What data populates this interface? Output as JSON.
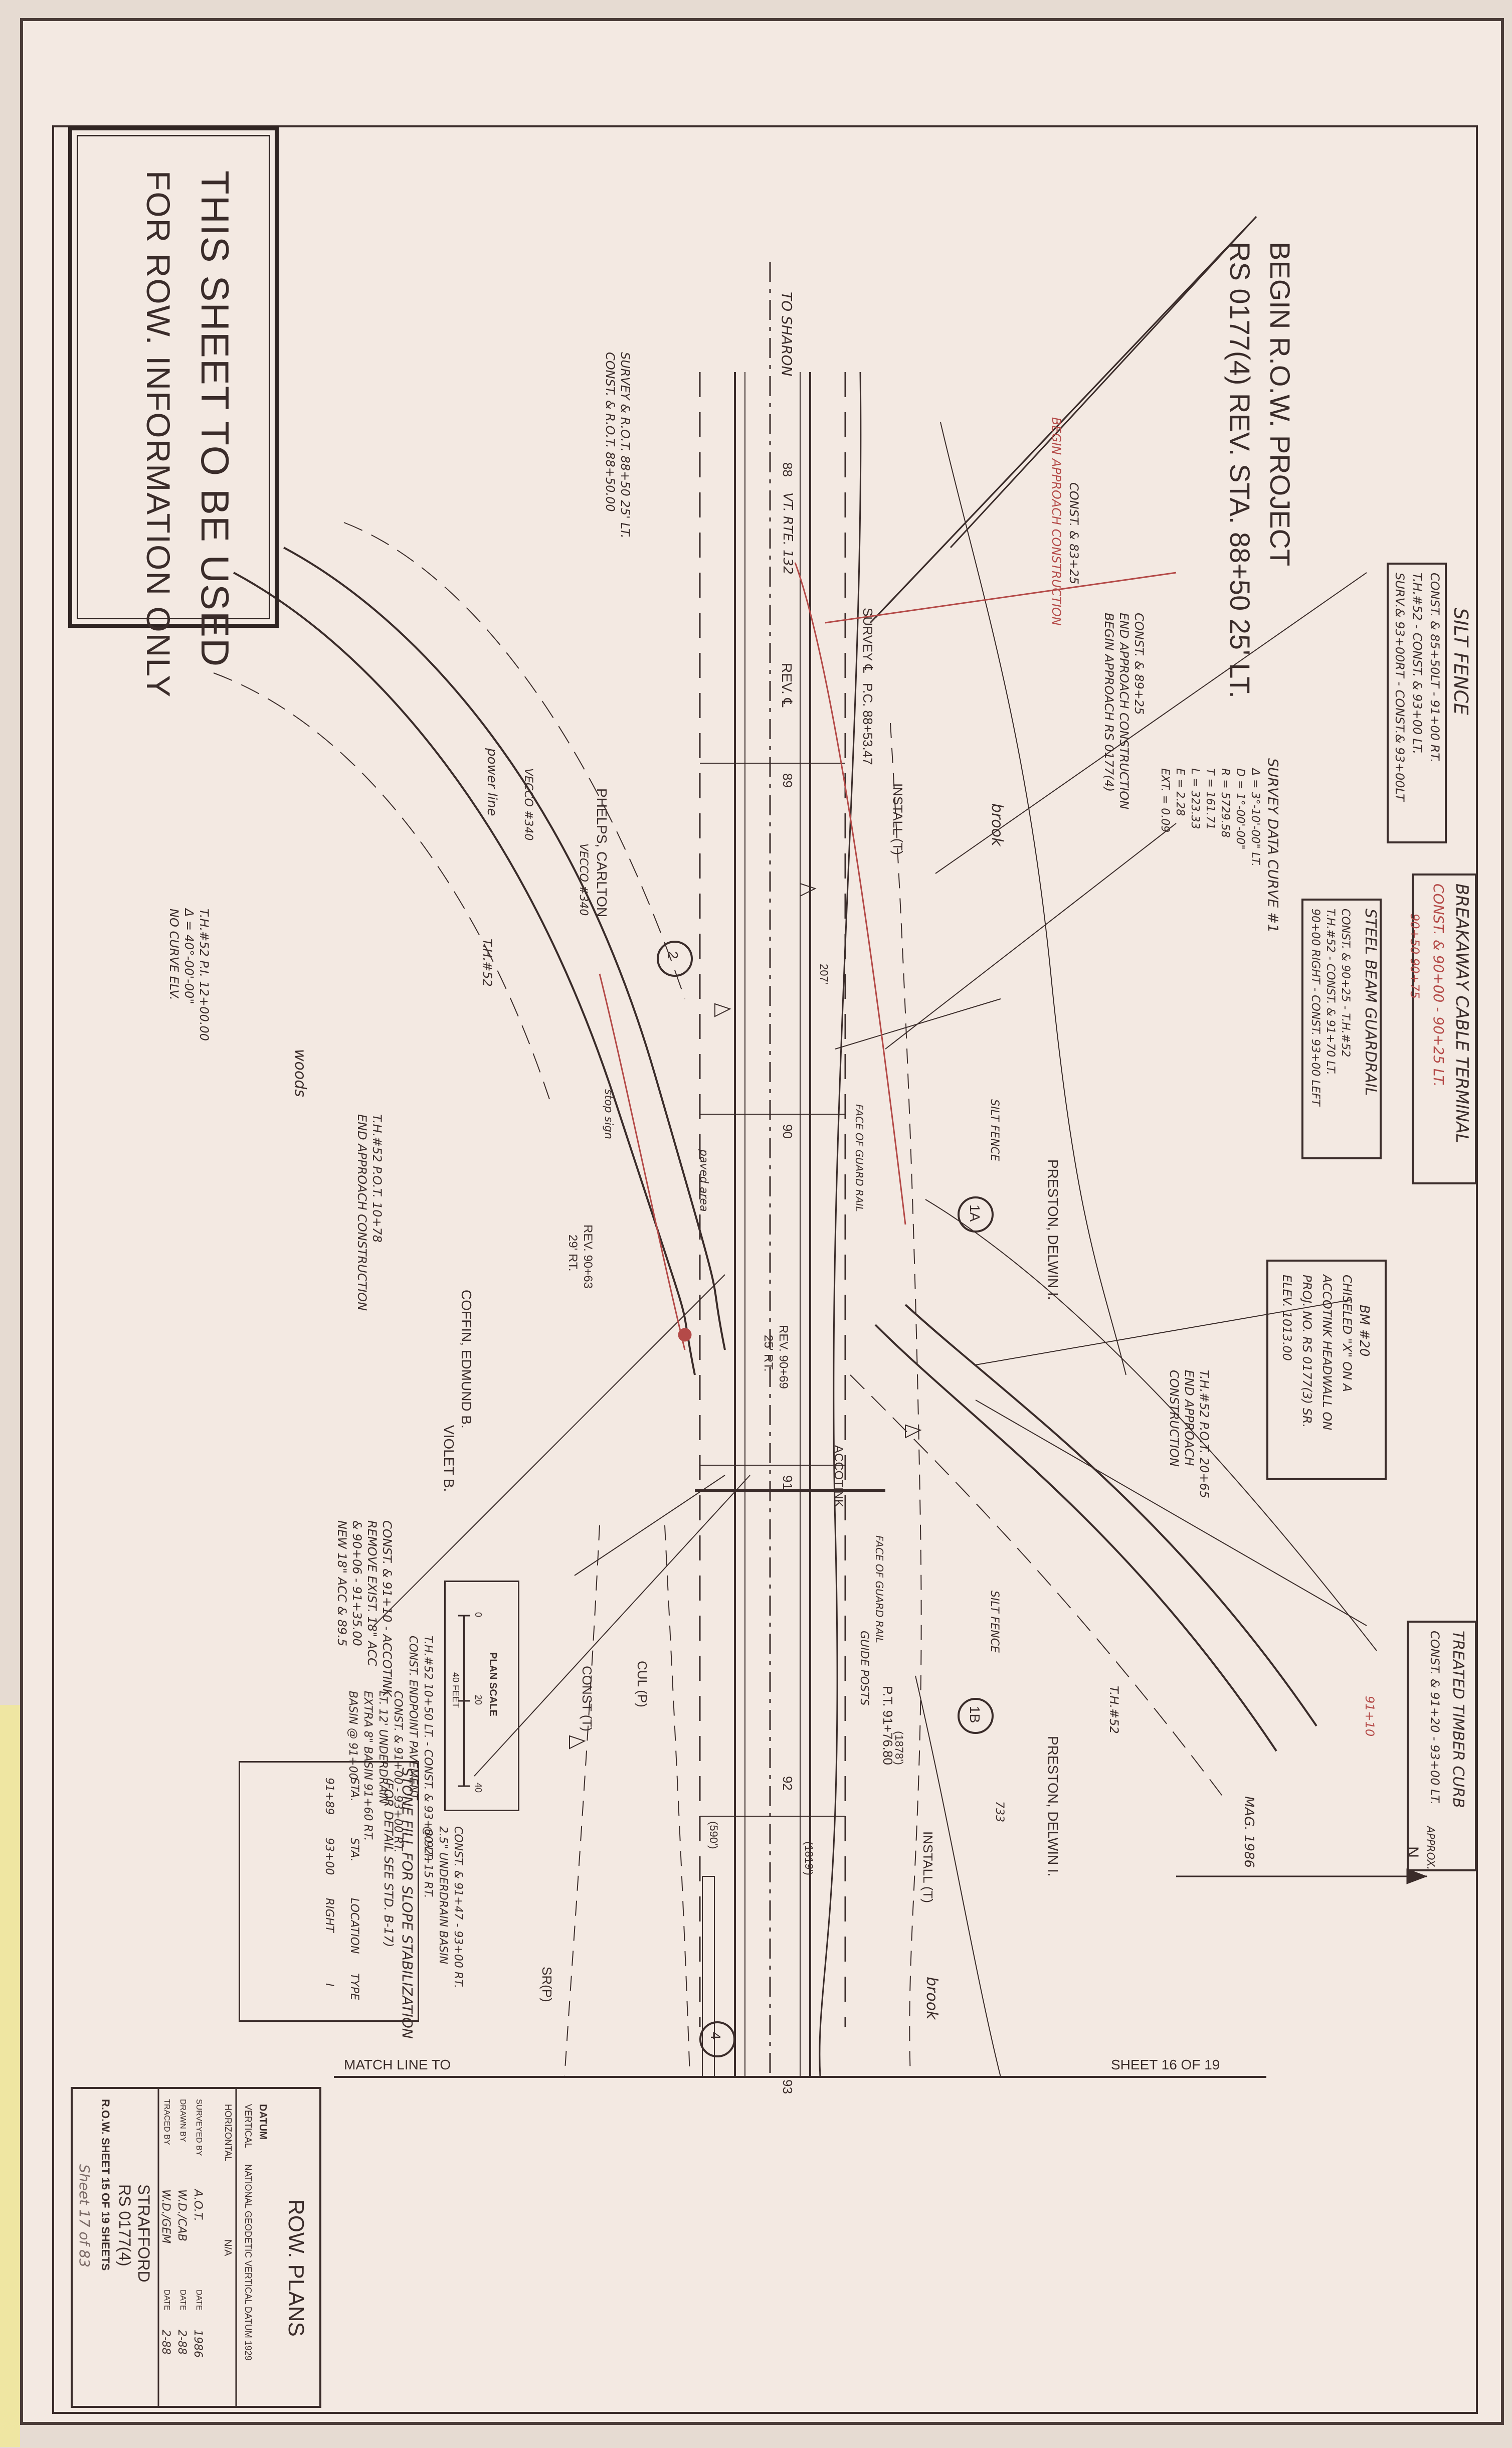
{
  "notice": {
    "line1": "THIS SHEET TO BE USED",
    "line2": "FOR ROW. INFORMATION ONLY"
  },
  "begin_project": {
    "line1": "BEGIN R.O.W. PROJECT",
    "line2": "RS 0177(4) REV. STA. 88+50 25' LT."
  },
  "notes": {
    "silt_fence": {
      "title": "SILT FENCE",
      "lines": [
        "CONST. & 85+50LT - 91+00 RT.",
        "T.H.#52 - CONST. & 93+00 LT.",
        "SURV.& 93+00RT - CONST.& 93+00LT"
      ]
    },
    "breakaway": {
      "title": "BREAKAWAY CABLE TERMINAL",
      "lines": [
        "CONST. & 90+00 - 90+25 LT.",
        "90+50 90+75"
      ]
    },
    "steel_beam": {
      "title": "STEEL BEAM GUARDRAIL",
      "lines": [
        "CONST. & 90+25 - T.H.#52",
        "T.H.#52 - CONST. & 91+70 LT.",
        "90+00 RIGHT - CONST. 93+00 LEFT"
      ]
    },
    "bm": {
      "lines": [
        "BM #20",
        "CHISELED \"X\" ON A",
        "ACCOTINK HEADWALL ON",
        "PROJ. NO. RS 0177(3) SR.",
        "ELEV. 1013.00"
      ]
    },
    "timber_curb": {
      "title": "TREATED TIMBER CURB",
      "lines": [
        "CONST. & 91+20 - 93+00 LT.",
        "91+10"
      ]
    },
    "curve_data": {
      "title": "SURVEY DATA CURVE #1",
      "lines": [
        "Δ = 3°-10'-00\" LT.",
        "D = 1°-00'-00\"",
        "R = 5729.58",
        "T = 161.71",
        "L = 323.33",
        "E = 2.28",
        "EXT. = 0.09"
      ]
    },
    "const_89": {
      "lines": [
        "CONST. & 89+25",
        "END APPROACH CONSTRUCTION",
        "BEGIN APPROACH RS 0177(4)"
      ]
    },
    "const_83": {
      "lines": [
        "CONST. & 83+25",
        "BEGIN APPROACH CONSTRUCTION"
      ]
    },
    "survey_pi": {
      "lines": [
        "SURVEY & R.O.T. 88+50 25' LT.",
        "CONST. & R.O.T. 88+50.00"
      ]
    },
    "th52_pi": {
      "lines": [
        "T.H.#52 P.I. 12+00.00",
        "Δ = 40°-00'-00\"",
        "NO CURVE ELV."
      ]
    },
    "th52_end": {
      "lines": [
        "T.H.#52 P.O.T. 10+78",
        "END APPROACH CONSTRUCTION"
      ]
    },
    "th52_right": {
      "lines": [
        "T.H.#52 P.O.T. 20+65",
        "END APPROACH",
        "CONSTRUCTION"
      ]
    },
    "const_91": {
      "lines": [
        "CONST. & 91+10 - ACCOTINK",
        "REMOVE EXIST. 18\" ACC",
        "& 90+06 - 91+35.00",
        "NEW 18\" ACC & 89.5"
      ]
    },
    "th52_pot": {
      "lines": [
        "T.H.#52 10+50 LT. - CONST. & 93+00 LT.",
        "CONST. ENDPOINT PAVEMENT"
      ]
    },
    "const_91_00": {
      "lines": [
        "CONST. & 91+00 - 93+00 RT.",
        "LT. 12' UNDERDRAIN",
        "EXTRA 8\" BASIN 91+60 RT.",
        "BASIN @ 91+00"
      ]
    },
    "const_91_47": {
      "lines": [
        "CONST. & 91+47 - 93+00 RT.",
        "2.5\" UNDERDRAIN BASIN",
        "@ 92+15 RT."
      ]
    },
    "stone_fill": {
      "title": "STONE FILL FOR SLOPE STABILIZATION",
      "subtitle": "(FOR DETAIL SEE STD. B-17)",
      "headers": [
        "STA.",
        "STA.",
        "LOCATION",
        "TYPE"
      ],
      "rows": [
        [
          "91+89",
          "93+00",
          "RIGHT",
          "I"
        ]
      ]
    }
  },
  "labels": {
    "to_sharon": "TO SHARON",
    "route": "VT. RTE. 132",
    "rev_cl": "REV. ℄",
    "survey_cl": "SURVEY ℄",
    "pc": "P.C. 88+53.47",
    "pt": "P.T. 91+76.80",
    "install_t": "INSTALL (T)",
    "install_t2": "INSTALL (T)",
    "const_t": "CONST (T)",
    "sr_p": "SR(P)",
    "cul_p": "CUL (P)",
    "phelps": "PHELPS, CARLTON",
    "preston1": "PRESTON, DELWIN I.",
    "preston2": "PRESTON, DELWIN I.",
    "coffin": "COFFIN, EDMUND B.",
    "violet": "VIOLET B.",
    "woods": "woods",
    "brook": "brook",
    "brook2": "brook",
    "power_line": "power line",
    "vecco": "VECCO #340",
    "vecco2": "VECCO #340",
    "th52": "T.H.#52",
    "th52b": "T.H.#52",
    "rev_90": "REV. 90+63",
    "rt_29": "29' RT.",
    "rev_90_69": "REV. 90+69",
    "rt_25": "25' RT.",
    "stop_sign": "stop sign",
    "paved_area": "paved area",
    "silt_fence_lbl": "SILT FENCE",
    "silt_fence_lbl2": "SILT FENCE",
    "guard_rail": "FACE OF GUARD RAIL",
    "guard_rail2": "FACE OF GUARD RAIL",
    "accotink": "ACCOTINK",
    "guide_posts": "GUIDE POSTS",
    "magn": "MAG. 1986",
    "approx": "APPROX.",
    "n_arrow": "N",
    "dist_207": "207'",
    "dist_590": "(590')",
    "dist_1819": "(1819')",
    "dist_1878": "(1878')",
    "st_88": "88",
    "st_89": "89",
    "st_90": "90",
    "st_91": "91",
    "st_92": "92",
    "st_93": "93",
    "parcel_2": "2",
    "parcel_1a": "1A",
    "parcel_1b": "1B",
    "parcel_4": "4",
    "match_line_left": "MATCH LINE TO",
    "match_line_right": "SHEET 16 OF 19",
    "fraction": "733"
  },
  "scale": {
    "title": "PLAN SCALE",
    "zero": "0",
    "twenty": "20",
    "forty": "40",
    "unit": "40 FEET"
  },
  "title_block": {
    "heading": "ROW. PLANS",
    "datum": "DATUM",
    "vertical_label": "VERTICAL",
    "vertical_value": "NATIONAL GEODETIC VERTICAL DATUM 1929",
    "horizontal_label": "HORIZONTAL",
    "horizontal_value": "N/A",
    "surveyed_label": "SURVEYED BY",
    "surveyed_value": "A.O.T.",
    "date1_label": "DATE",
    "date1_value": "1986",
    "drawn_label": "DRAWN BY",
    "drawn_value": "W.D./CAB",
    "date2_label": "DATE",
    "date2_value": "2-88",
    "traced_label": "TRACED BY",
    "traced_value": "W.D./GEM",
    "date3_label": "DATE",
    "date3_value": "2-88",
    "town": "STRAFFORD",
    "project": "RS 0177(4)",
    "sheet": "R.O.W. SHEET 15 OF 19 SHEETS",
    "sheet_hand": "Sheet 17 of 83"
  },
  "colors": {
    "paper": "#f3e9e2",
    "ink": "#3a2c2a",
    "red_ink": "#b44a48",
    "border": "#4a3c38"
  }
}
